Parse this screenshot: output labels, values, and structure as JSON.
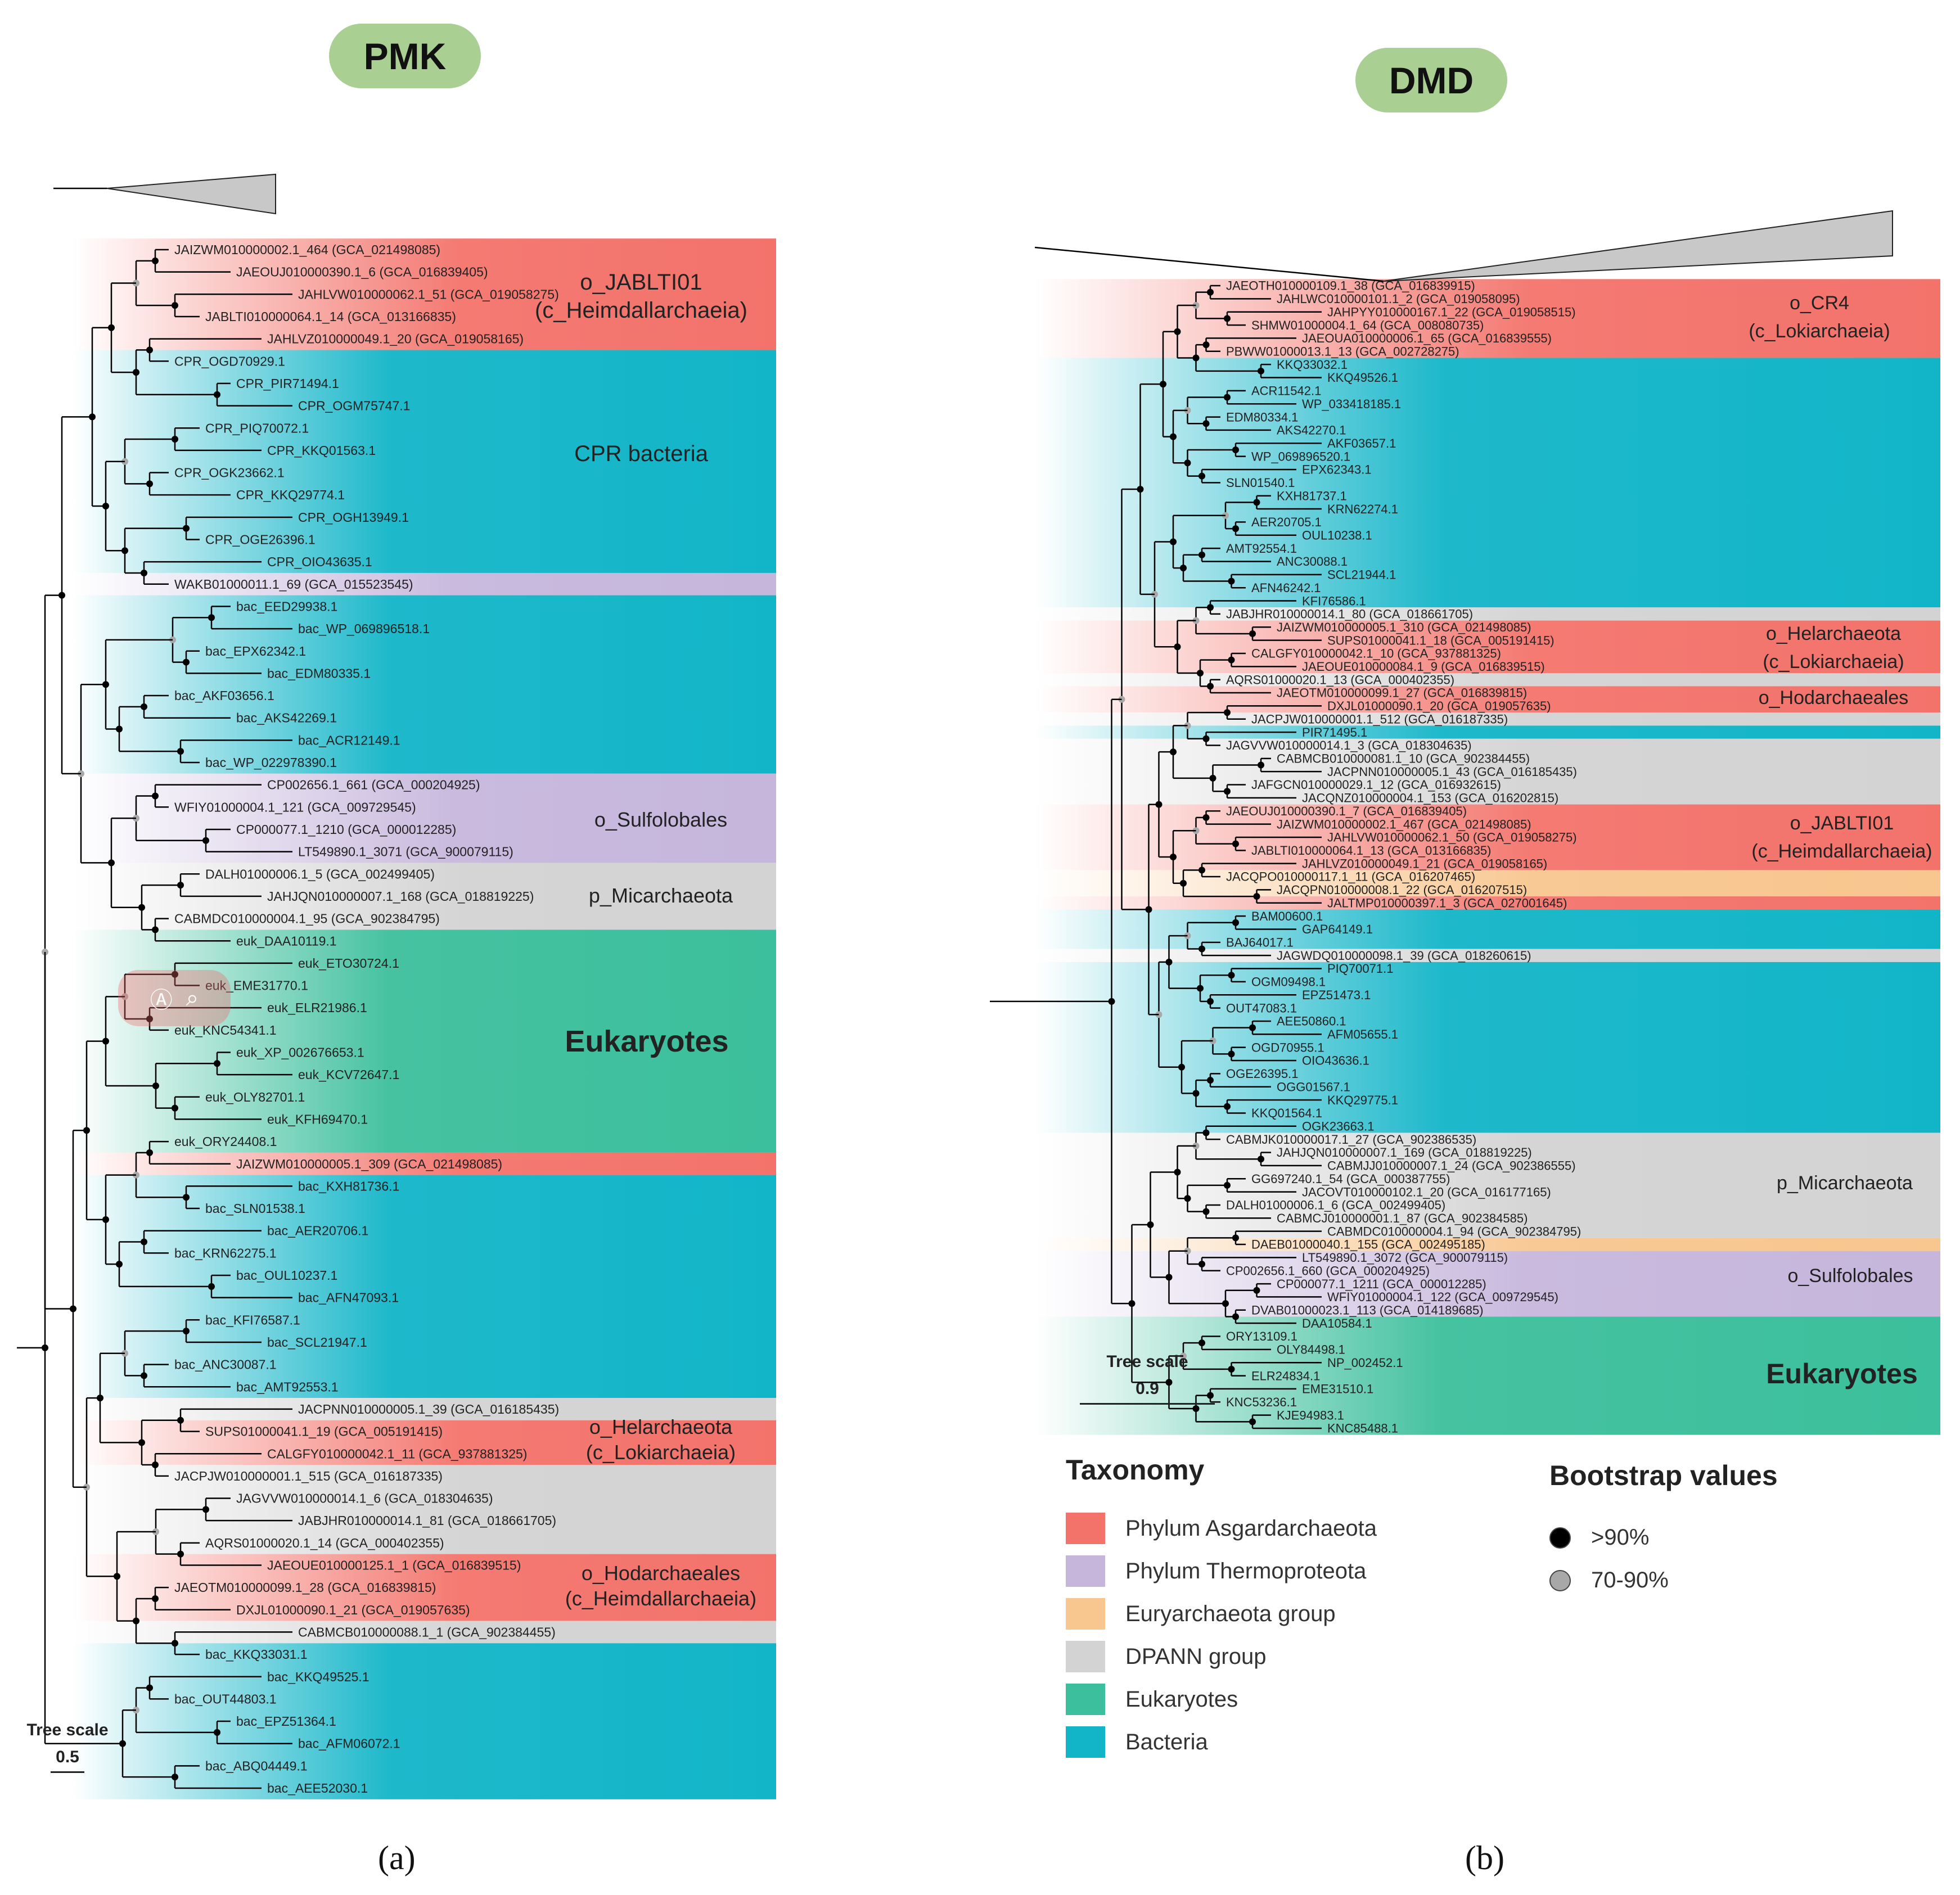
{
  "panels": {
    "a": {
      "title": "PMK",
      "label": "(a)",
      "tree_scale_label": "Tree scale",
      "tree_scale_value": "0.5",
      "group_labels": [
        {
          "text": "o_JABLTI01",
          "color": "asgard"
        },
        {
          "text": "(c_Heimdallarchaeia)",
          "color": "asgard"
        },
        {
          "text": "CPR bacteria",
          "color": "bacteria"
        },
        {
          "text": "o_Sulfolobales",
          "color": "thermo"
        },
        {
          "text": "p_Micarchaeota",
          "color": "dpann"
        },
        {
          "text": "Eukaryotes",
          "color": "euk"
        },
        {
          "text": "o_Helarchaeota",
          "color": "asgard"
        },
        {
          "text": "(c_Lokiarchaeia)",
          "color": "asgard"
        },
        {
          "text": "o_Hodarchaeales",
          "color": "asgard"
        },
        {
          "text": "(c_Heimdallarchaeia)",
          "color": "asgard"
        }
      ],
      "leaves": [
        {
          "label": "JAIZWM010000002.1_464 (GCA_021498085)",
          "group": "asgard"
        },
        {
          "label": "JAEOUJ010000390.1_6 (GCA_016839405)",
          "group": "asgard"
        },
        {
          "label": "JAHLVW010000062.1_51 (GCA_019058275)",
          "group": "asgard"
        },
        {
          "label": "JABLTI010000064.1_14 (GCA_013166835)",
          "group": "asgard"
        },
        {
          "label": "JAHLVZ010000049.1_20 (GCA_019058165)",
          "group": "asgard"
        },
        {
          "label": "CPR_OGD70929.1",
          "group": "bacteria"
        },
        {
          "label": "CPR_PIR71494.1",
          "group": "bacteria"
        },
        {
          "label": "CPR_OGM75747.1",
          "group": "bacteria"
        },
        {
          "label": "CPR_PIQ70072.1",
          "group": "bacteria"
        },
        {
          "label": "CPR_KKQ01563.1",
          "group": "bacteria"
        },
        {
          "label": "CPR_OGK23662.1",
          "group": "bacteria"
        },
        {
          "label": "CPR_KKQ29774.1",
          "group": "bacteria"
        },
        {
          "label": "CPR_OGH13949.1",
          "group": "bacteria"
        },
        {
          "label": "CPR_OGE26396.1",
          "group": "bacteria"
        },
        {
          "label": "CPR_OIO43635.1",
          "group": "bacteria"
        },
        {
          "label": "WAKB01000011.1_69 (GCA_015523545)",
          "group": "thermo"
        },
        {
          "label": "bac_EED29938.1",
          "group": "bacteria"
        },
        {
          "label": "bac_WP_069896518.1",
          "group": "bacteria"
        },
        {
          "label": "bac_EPX62342.1",
          "group": "bacteria"
        },
        {
          "label": "bac_EDM80335.1",
          "group": "bacteria"
        },
        {
          "label": "bac_AKF03656.1",
          "group": "bacteria"
        },
        {
          "label": "bac_AKS42269.1",
          "group": "bacteria"
        },
        {
          "label": "bac_ACR12149.1",
          "group": "bacteria"
        },
        {
          "label": "bac_WP_022978390.1",
          "group": "bacteria"
        },
        {
          "label": "CP002656.1_661 (GCA_000204925)",
          "group": "thermo"
        },
        {
          "label": "WFIY01000004.1_121 (GCA_009729545)",
          "group": "thermo"
        },
        {
          "label": "CP000077.1_1210 (GCA_000012285)",
          "group": "thermo"
        },
        {
          "label": "LT549890.1_3071 (GCA_900079115)",
          "group": "thermo"
        },
        {
          "label": "DALH01000006.1_5 (GCA_002499405)",
          "group": "dpann"
        },
        {
          "label": "JAHJQN010000007.1_168 (GCA_018819225)",
          "group": "dpann"
        },
        {
          "label": "CABMDC010000004.1_95 (GCA_902384795)",
          "group": "dpann"
        },
        {
          "label": "euk_DAA10119.1",
          "group": "euk"
        },
        {
          "label": "euk_ETO30724.1",
          "group": "euk"
        },
        {
          "label": "euk_EME31770.1",
          "group": "euk"
        },
        {
          "label": "euk_ELR21986.1",
          "group": "euk"
        },
        {
          "label": "euk_KNC54341.1",
          "group": "euk"
        },
        {
          "label": "euk_XP_002676653.1",
          "group": "euk"
        },
        {
          "label": "euk_KCV72647.1",
          "group": "euk"
        },
        {
          "label": "euk_OLY82701.1",
          "group": "euk"
        },
        {
          "label": "euk_KFH69470.1",
          "group": "euk"
        },
        {
          "label": "euk_ORY24408.1",
          "group": "euk"
        },
        {
          "label": "JAIZWM010000005.1_309 (GCA_021498085)",
          "group": "asgard"
        },
        {
          "label": "bac_KXH81736.1",
          "group": "bacteria"
        },
        {
          "label": "bac_SLN01538.1",
          "group": "bacteria"
        },
        {
          "label": "bac_AER20706.1",
          "group": "bacteria"
        },
        {
          "label": "bac_KRN62275.1",
          "group": "bacteria"
        },
        {
          "label": "bac_OUL10237.1",
          "group": "bacteria"
        },
        {
          "label": "bac_AFN47093.1",
          "group": "bacteria"
        },
        {
          "label": "bac_KFI76587.1",
          "group": "bacteria"
        },
        {
          "label": "bac_SCL21947.1",
          "group": "bacteria"
        },
        {
          "label": "bac_ANC30087.1",
          "group": "bacteria"
        },
        {
          "label": "bac_AMT92553.1",
          "group": "bacteria"
        },
        {
          "label": "JACPNN010000005.1_39 (GCA_016185435)",
          "group": "dpann"
        },
        {
          "label": "SUPS01000041.1_19 (GCA_005191415)",
          "group": "asgard"
        },
        {
          "label": "CALGFY010000042.1_11 (GCA_937881325)",
          "group": "asgard"
        },
        {
          "label": "JACPJW010000001.1_515 (GCA_016187335)",
          "group": "dpann"
        },
        {
          "label": "JAGVVW010000014.1_6 (GCA_018304635)",
          "group": "dpann"
        },
        {
          "label": "JABJHR010000014.1_81 (GCA_018661705)",
          "group": "dpann"
        },
        {
          "label": "AQRS01000020.1_14 (GCA_000402355)",
          "group": "dpann"
        },
        {
          "label": "JAEOUE010000125.1_1 (GCA_016839515)",
          "group": "asgard"
        },
        {
          "label": "JAEOTM010000099.1_28 (GCA_016839815)",
          "group": "asgard"
        },
        {
          "label": "DXJL01000090.1_21 (GCA_019057635)",
          "group": "asgard"
        },
        {
          "label": "CABMCB010000088.1_1 (GCA_902384455)",
          "group": "dpann"
        },
        {
          "label": "bac_KKQ33031.1",
          "group": "bacteria"
        },
        {
          "label": "bac_KKQ49525.1",
          "group": "bacteria"
        },
        {
          "label": "bac_OUT44803.1",
          "group": "bacteria"
        },
        {
          "label": "bac_EPZ51364.1",
          "group": "bacteria"
        },
        {
          "label": "bac_AFM06072.1",
          "group": "bacteria"
        },
        {
          "label": "bac_ABQ04449.1",
          "group": "bacteria"
        },
        {
          "label": "bac_AEE52030.1",
          "group": "bacteria"
        }
      ]
    },
    "b": {
      "title": "DMD",
      "label": "(b)",
      "tree_scale_label": "Tree scale",
      "tree_scale_value": "0.9",
      "group_labels": [
        {
          "text": "o_CR4",
          "color": "asgard"
        },
        {
          "text": "(c_Lokiarchaeia)",
          "color": "asgard"
        },
        {
          "text": "o_Helarchaeota",
          "color": "asgard"
        },
        {
          "text": "(c_Lokiarchaeia)",
          "color": "asgard"
        },
        {
          "text": "o_Hodarchaeales",
          "color": "asgard"
        },
        {
          "text": "o_JABLTI01",
          "color": "asgard"
        },
        {
          "text": "(c_Heimdallarchaeia)",
          "color": "asgard"
        },
        {
          "text": "p_Micarchaeota",
          "color": "dpann"
        },
        {
          "text": "o_Sulfolobales",
          "color": "thermo"
        },
        {
          "text": "Eukaryotes",
          "color": "euk"
        }
      ],
      "leaves": [
        {
          "label": "JAEOTH010000109.1_38 (GCA_016839915)",
          "group": "asgard"
        },
        {
          "label": "JAHLWC010000101.1_2 (GCA_019058095)",
          "group": "asgard"
        },
        {
          "label": "JAHPYY010000167.1_22 (GCA_019058515)",
          "group": "asgard"
        },
        {
          "label": "SHMW01000004.1_64 (GCA_008080735)",
          "group": "asgard"
        },
        {
          "label": "JAEOUA010000006.1_65 (GCA_016839555)",
          "group": "asgard"
        },
        {
          "label": "PBWW01000013.1_13 (GCA_002728275)",
          "group": "asgard"
        },
        {
          "label": "KKQ33032.1",
          "group": "bacteria"
        },
        {
          "label": "KKQ49526.1",
          "group": "bacteria"
        },
        {
          "label": "ACR11542.1",
          "group": "bacteria"
        },
        {
          "label": "WP_033418185.1",
          "group": "bacteria"
        },
        {
          "label": "EDM80334.1",
          "group": "bacteria"
        },
        {
          "label": "AKS42270.1",
          "group": "bacteria"
        },
        {
          "label": "AKF03657.1",
          "group": "bacteria"
        },
        {
          "label": "WP_069896520.1",
          "group": "bacteria"
        },
        {
          "label": "EPX62343.1",
          "group": "bacteria"
        },
        {
          "label": "SLN01540.1",
          "group": "bacteria"
        },
        {
          "label": "KXH81737.1",
          "group": "bacteria"
        },
        {
          "label": "KRN62274.1",
          "group": "bacteria"
        },
        {
          "label": "AER20705.1",
          "group": "bacteria"
        },
        {
          "label": "OUL10238.1",
          "group": "bacteria"
        },
        {
          "label": "AMT92554.1",
          "group": "bacteria"
        },
        {
          "label": "ANC30088.1",
          "group": "bacteria"
        },
        {
          "label": "SCL21944.1",
          "group": "bacteria"
        },
        {
          "label": "AFN46242.1",
          "group": "bacteria"
        },
        {
          "label": "KFI76586.1",
          "group": "bacteria"
        },
        {
          "label": "JABJHR010000014.1_80 (GCA_018661705)",
          "group": "dpann"
        },
        {
          "label": "JAIZWM010000005.1_310 (GCA_021498085)",
          "group": "asgard"
        },
        {
          "label": "SUPS01000041.1_18 (GCA_005191415)",
          "group": "asgard"
        },
        {
          "label": "CALGFY010000042.1_10 (GCA_937881325)",
          "group": "asgard"
        },
        {
          "label": "JAEOUE010000084.1_9 (GCA_016839515)",
          "group": "asgard"
        },
        {
          "label": "AQRS01000020.1_13 (GCA_000402355)",
          "group": "dpann"
        },
        {
          "label": "JAEOTM010000099.1_27 (GCA_016839815)",
          "group": "asgard"
        },
        {
          "label": "DXJL01000090.1_20 (GCA_019057635)",
          "group": "asgard"
        },
        {
          "label": "JACPJW010000001.1_512 (GCA_016187335)",
          "group": "dpann"
        },
        {
          "label": "PIR71495.1",
          "group": "bacteria"
        },
        {
          "label": "JAGVVW010000014.1_3 (GCA_018304635)",
          "group": "dpann"
        },
        {
          "label": "CABMCB010000081.1_10 (GCA_902384455)",
          "group": "dpann"
        },
        {
          "label": "JACPNN010000005.1_43 (GCA_016185435)",
          "group": "dpann"
        },
        {
          "label": "JAFGCN010000029.1_12 (GCA_016932615)",
          "group": "dpann"
        },
        {
          "label": "JACQNZ010000004.1_153 (GCA_016202815)",
          "group": "dpann"
        },
        {
          "label": "JAEOUJ010000390.1_7 (GCA_016839405)",
          "group": "asgard"
        },
        {
          "label": "JAIZWM010000002.1_467 (GCA_021498085)",
          "group": "asgard"
        },
        {
          "label": "JAHLVW010000062.1_50 (GCA_019058275)",
          "group": "asgard"
        },
        {
          "label": "JABLTI010000064.1_13 (GCA_013166835)",
          "group": "asgard"
        },
        {
          "label": "JAHLVZ010000049.1_21 (GCA_019058165)",
          "group": "asgard"
        },
        {
          "label": "JACQPO010000117.1_11 (GCA_016207465)",
          "group": "eury"
        },
        {
          "label": "JACQPN010000008.1_22 (GCA_016207515)",
          "group": "eury"
        },
        {
          "label": "JALTMP010000397.1_3 (GCA_027001645)",
          "group": "asgard"
        },
        {
          "label": "BAM00600.1",
          "group": "bacteria"
        },
        {
          "label": "GAP64149.1",
          "group": "bacteria"
        },
        {
          "label": "BAJ64017.1",
          "group": "bacteria"
        },
        {
          "label": "JAGWDQ010000098.1_39 (GCA_018260615)",
          "group": "dpann"
        },
        {
          "label": "PIQ70071.1",
          "group": "bacteria"
        },
        {
          "label": "OGM09498.1",
          "group": "bacteria"
        },
        {
          "label": "EPZ51473.1",
          "group": "bacteria"
        },
        {
          "label": "OUT47083.1",
          "group": "bacteria"
        },
        {
          "label": "AEE50860.1",
          "group": "bacteria"
        },
        {
          "label": "AFM05655.1",
          "group": "bacteria"
        },
        {
          "label": "OGD70955.1",
          "group": "bacteria"
        },
        {
          "label": "OIO43636.1",
          "group": "bacteria"
        },
        {
          "label": "OGE26395.1",
          "group": "bacteria"
        },
        {
          "label": "OGG01567.1",
          "group": "bacteria"
        },
        {
          "label": "KKQ29775.1",
          "group": "bacteria"
        },
        {
          "label": "KKQ01564.1",
          "group": "bacteria"
        },
        {
          "label": "OGK23663.1",
          "group": "bacteria"
        },
        {
          "label": "CABMJK010000017.1_27 (GCA_902386535)",
          "group": "dpann"
        },
        {
          "label": "JAHJQN010000007.1_169 (GCA_018819225)",
          "group": "dpann"
        },
        {
          "label": "CABMJJ010000007.1_24 (GCA_902386555)",
          "group": "dpann"
        },
        {
          "label": "GG697240.1_54 (GCA_000387755)",
          "group": "dpann"
        },
        {
          "label": "JACOVT010000102.1_20 (GCA_016177165)",
          "group": "dpann"
        },
        {
          "label": "DALH01000006.1_6 (GCA_002499405)",
          "group": "dpann"
        },
        {
          "label": "CABMCJ010000001.1_87 (GCA_902384585)",
          "group": "dpann"
        },
        {
          "label": "CABMDC010000004.1_94 (GCA_902384795)",
          "group": "dpann"
        },
        {
          "label": "DAEB01000040.1_155 (GCA_002495185)",
          "group": "eury"
        },
        {
          "label": "LT549890.1_3072 (GCA_900079115)",
          "group": "thermo"
        },
        {
          "label": "CP002656.1_660 (GCA_000204925)",
          "group": "thermo"
        },
        {
          "label": "CP000077.1_1211 (GCA_000012285)",
          "group": "thermo"
        },
        {
          "label": "WFIY01000004.1_122 (GCA_009729545)",
          "group": "thermo"
        },
        {
          "label": "DVAB01000023.1_113 (GCA_014189685)",
          "group": "thermo"
        },
        {
          "label": "DAA10584.1",
          "group": "euk"
        },
        {
          "label": "ORY13109.1",
          "group": "euk"
        },
        {
          "label": "OLY84498.1",
          "group": "euk"
        },
        {
          "label": "NP_002452.1",
          "group": "euk"
        },
        {
          "label": "ELR24834.1",
          "group": "euk"
        },
        {
          "label": "EME31510.1",
          "group": "euk"
        },
        {
          "label": "KNC53236.1",
          "group": "euk"
        },
        {
          "label": "KJE94983.1",
          "group": "euk"
        },
        {
          "label": "KNC85488.1",
          "group": "euk"
        }
      ]
    }
  },
  "legend": {
    "taxonomy_title": "Taxonomy",
    "taxonomy_items": [
      {
        "label": "Phylum Asgardarchaeota",
        "color": "#f3736b"
      },
      {
        "label": "Phylum Thermoproteota",
        "color": "#c6b6dc"
      },
      {
        "label": "Euryarchaeota group",
        "color": "#f8c68f"
      },
      {
        "label": "DPANN group",
        "color": "#d3d3d3"
      },
      {
        "label": "Eukaryotes",
        "color": "#3cbf9c"
      },
      {
        "label": "Bacteria",
        "color": "#12b5c8"
      }
    ],
    "bootstrap_title": "Bootstrap values",
    "bootstrap_items": [
      {
        "label": ">90%",
        "color": "#000000"
      },
      {
        "label": "70-90%",
        "color": "#a8a8a8"
      }
    ]
  },
  "colors": {
    "asgard": "#f3736b",
    "thermo": "#c6b6dc",
    "eury": "#f8c68f",
    "dpann": "#d3d3d3",
    "euk": "#3cbf9c",
    "bacteria": "#12b5c8",
    "pill": "#a9cf93"
  }
}
